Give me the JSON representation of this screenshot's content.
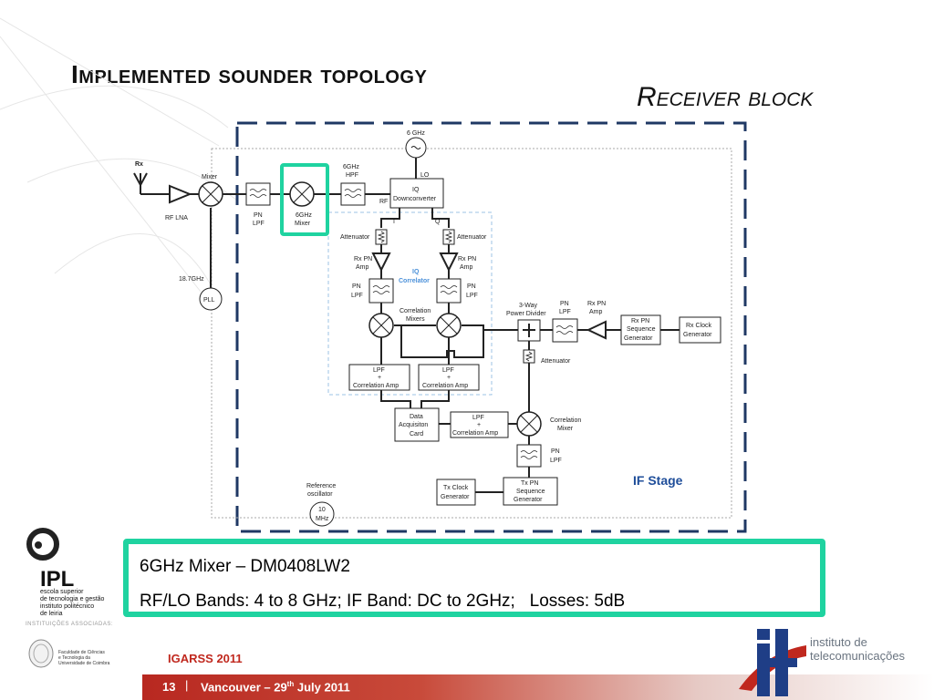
{
  "slide": {
    "title": "Implemented sounder topology",
    "subtitle": "Receiver block"
  },
  "diagram": {
    "labels": {
      "rx": "Rx",
      "mixer": "Mixer",
      "rf_lna": "RF LNA",
      "pn": "PN",
      "lpf": "LPF",
      "mixer_6ghz_1": "6GHz",
      "mixer_6ghz_2": "Mixer",
      "hpf_6ghz_1": "6GHz",
      "hpf_6ghz_2": "HPF",
      "osc_6ghz": "6 GHz",
      "lo": "LO",
      "rf": "RF",
      "iq_down_1": "IQ",
      "iq_down_2": "Downconverter",
      "i": "I",
      "q": "Q",
      "attenuator": "Attenuator",
      "rx_pn_1": "Rx PN",
      "rx_pn_2": "Amp",
      "iq_corr_1": "IQ",
      "iq_corr_2": "Correlator",
      "corr_mixers_1": "Correlation",
      "corr_mixers_2": "Mixers",
      "freq_18_7": "18.7GHz",
      "pll": "PLL",
      "lpf_amp_1": "LPF",
      "lpf_amp_2": "+",
      "lpf_amp_3": "Correlation Amp",
      "daq_1": "Data",
      "daq_2": "Acquisiton",
      "daq_3": "Card",
      "way3_1": "3-Way",
      "way3_2": "Power Divider",
      "rxseq_1": "Rx PN",
      "rxseq_2": "Sequence",
      "rxseq_3": "Generator",
      "rxclk_1": "Rx Clock",
      "rxclk_2": "Generator",
      "corr_mixer_1": "Correlation",
      "corr_mixer_2": "Mixer",
      "txclk_1": "Tx Clock",
      "txclk_2": "Generator",
      "txseq_1": "Tx PN",
      "txseq_2": "Sequence",
      "txseq_3": "Generator",
      "ref_osc_1": "Reference",
      "ref_osc_2": "oscillator",
      "ref_10_1": "10",
      "ref_10_2": "MHz",
      "if_stage": "IF Stage"
    }
  },
  "info": {
    "line1": "6GHz Mixer – DM0408LW2",
    "line2": "RF/LO Bands: 4 to 8 GHz; IF Band: DC to 2GHz;   Losses: 5dB"
  },
  "footer": {
    "conference": "IGARSS 2011",
    "page_number": "13",
    "separator": "|",
    "place_prefix": "Vancouver – 29",
    "place_sup": "th",
    "place_suffix": " July 2011"
  },
  "logos": {
    "ipl_name": "IPL",
    "ipl_sub_1": "escola superior",
    "ipl_sub_2": "de tecnologia e gestão",
    "ipl_sub_3": "instituto politécnico",
    "ipl_sub_4": "de leiria",
    "associated": "INSTITUIÇÕES ASSOCIADAS:",
    "uc_1": "Faculdade de Ciências",
    "uc_2": "e Tecnologia da",
    "uc_3": "Universidade de Coimbra",
    "it_1": "instituto de",
    "it_2": "telecomunicações"
  },
  "colors": {
    "dashed_border": "#1f3864",
    "highlight": "#1fd3a0",
    "iq_correlator": "#4a90d9",
    "if_stage": "#1f4e9a",
    "footer_red": "#c0281e"
  }
}
